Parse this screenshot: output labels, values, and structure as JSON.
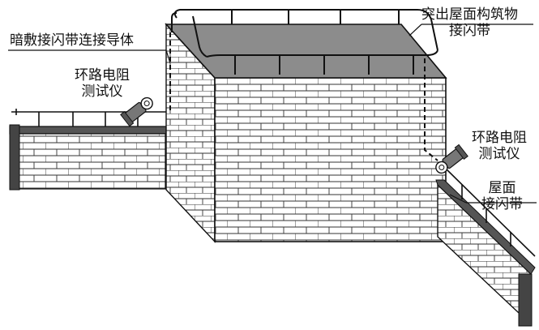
{
  "labels": {
    "concealed_conductor": "暗敷接闪带连接导体",
    "tester_left_line1": "环路电阻",
    "tester_left_line2": "测试仪",
    "structure_strip_line1": "突出屋面构筑物",
    "structure_strip_line2": "接闪带",
    "tester_right_line1": "环路电阻",
    "tester_right_line2": "测试仪",
    "roof_strip_line1": "屋面",
    "roof_strip_line2": "接闪带"
  },
  "colors": {
    "line": "#111111",
    "roof": "#8c8c8c",
    "brick_face": "#ffffff",
    "wall_cap": "#444444",
    "tester_body": "#777777"
  }
}
